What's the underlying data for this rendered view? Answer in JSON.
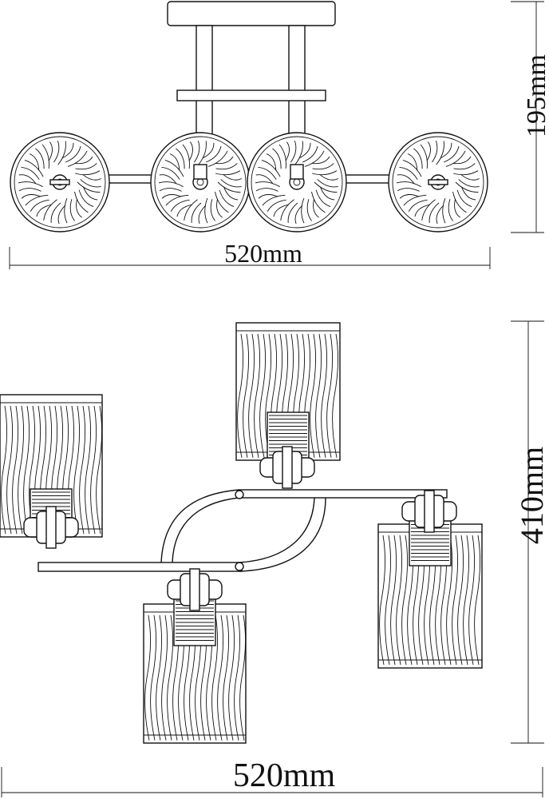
{
  "dimensions": {
    "top_width": "520mm",
    "height": "195mm",
    "bottom_width": "520mm",
    "depth": "410mm"
  },
  "colors": {
    "line": "#111111",
    "background": "#ffffff"
  }
}
